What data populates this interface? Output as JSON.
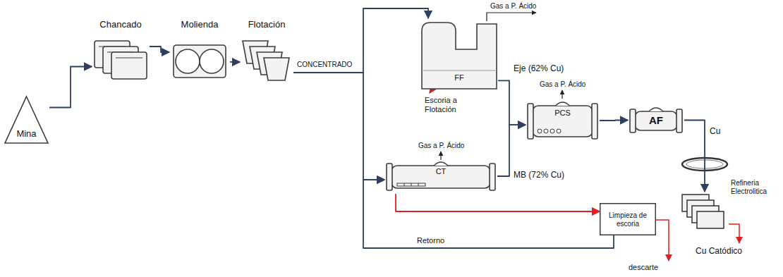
{
  "diagram": {
    "nodes": [
      {
        "text": [
          "Mina"
        ]
      },
      {
        "text": [
          "Chancado"
        ]
      },
      {
        "text": [
          "Molienda"
        ]
      },
      {
        "text": [
          "Flotación"
        ]
      },
      {
        "text": [
          "FF"
        ]
      },
      {
        "text": [
          "CT"
        ]
      },
      {
        "text": [
          "PCS"
        ]
      },
      {
        "text": [
          "AF"
        ]
      },
      {
        "text": [
          "Limpieza de escoria"
        ]
      },
      {
        "text": [
          "Refineria Electrolitica"
        ]
      }
    ],
    "edges": [
      {
        "from": 0,
        "to": 1,
        "arrow": "to"
      },
      {
        "from": 1,
        "to": 2,
        "arrow": "to"
      },
      {
        "from": 2,
        "to": 3,
        "arrow": "to"
      },
      {
        "from": 3,
        "to": 4,
        "label": "CONCENTRADO",
        "arrow": "to"
      },
      {
        "from": 3,
        "to": 5,
        "arrow": "to"
      },
      {
        "from": 4,
        "to": 6,
        "arrow": "to"
      },
      {
        "from": 5,
        "to": 6,
        "arrow": "to"
      },
      {
        "from": 6,
        "to": 7,
        "arrow": "to"
      },
      {
        "from": 7,
        "to": 9,
        "arrow": "to"
      },
      {
        "from": 5,
        "to": 8,
        "arrow": "to"
      },
      {
        "from": 8,
        "to": 5,
        "label": "Retorno",
        "arrow": "to"
      }
    ],
    "labels": [
      "Gas a P. Ácido",
      "Eje (62% Cu)",
      "Escoria a Flotación",
      "Gas a P. Ácido",
      "Gas a P. Ácido",
      "MB (72% Cu)",
      "Cu",
      "descarte",
      "Cu Catódico"
    ]
  }
}
